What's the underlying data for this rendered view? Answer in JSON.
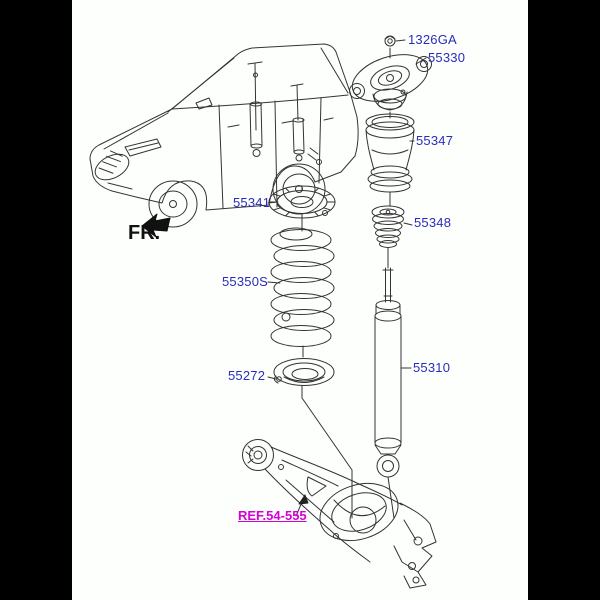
{
  "diagram": {
    "fr_indicator": {
      "label": "FR."
    },
    "ref_link": {
      "label": "REF.54-555"
    },
    "part_labels": {
      "nut": "1326GA",
      "strut_mount": "55330",
      "dust_cover": "55347",
      "bumper_stopper": "55348",
      "spring_upper_pad": "55341",
      "coil_spring": "55350S",
      "spring_lower_pad": "55272",
      "shock_absorber": "55310"
    },
    "colors": {
      "part_label_blue": "#2b2bbd",
      "ref_link_magenta": "#d400d4",
      "line_art": "#333333",
      "letterbox": "#000000",
      "paper": "#fdfffd"
    }
  }
}
